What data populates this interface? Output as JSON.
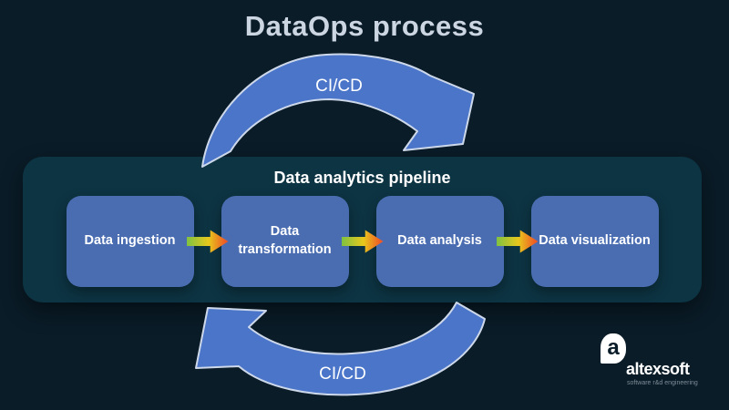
{
  "title": "DataOps process",
  "cycle": {
    "top_label": "CI/CD",
    "bottom_label": "CI/CD"
  },
  "pipeline": {
    "title": "Data analytics pipeline",
    "stages": [
      {
        "label": "Data ingestion"
      },
      {
        "label": "Data transformation"
      },
      {
        "label": "Data analysis"
      },
      {
        "label": "Data visualization"
      }
    ]
  },
  "logo": {
    "mark_letter": "a",
    "name": "altexsoft",
    "tagline": "software r&d engineering"
  },
  "colors": {
    "background": "#0a1c28",
    "panel": "#0d3443",
    "stage_box": "#4a6db2",
    "cycle_arrow_fill": "#4a75c9",
    "cycle_arrow_outline": "#cdd8ea",
    "flow_arrow_gradient": [
      "#7fc241",
      "#e8c71c",
      "#ef5a24"
    ],
    "title_text": "#ccd6e2",
    "body_text": "#ffffff",
    "tagline_text": "#7e8d98"
  }
}
